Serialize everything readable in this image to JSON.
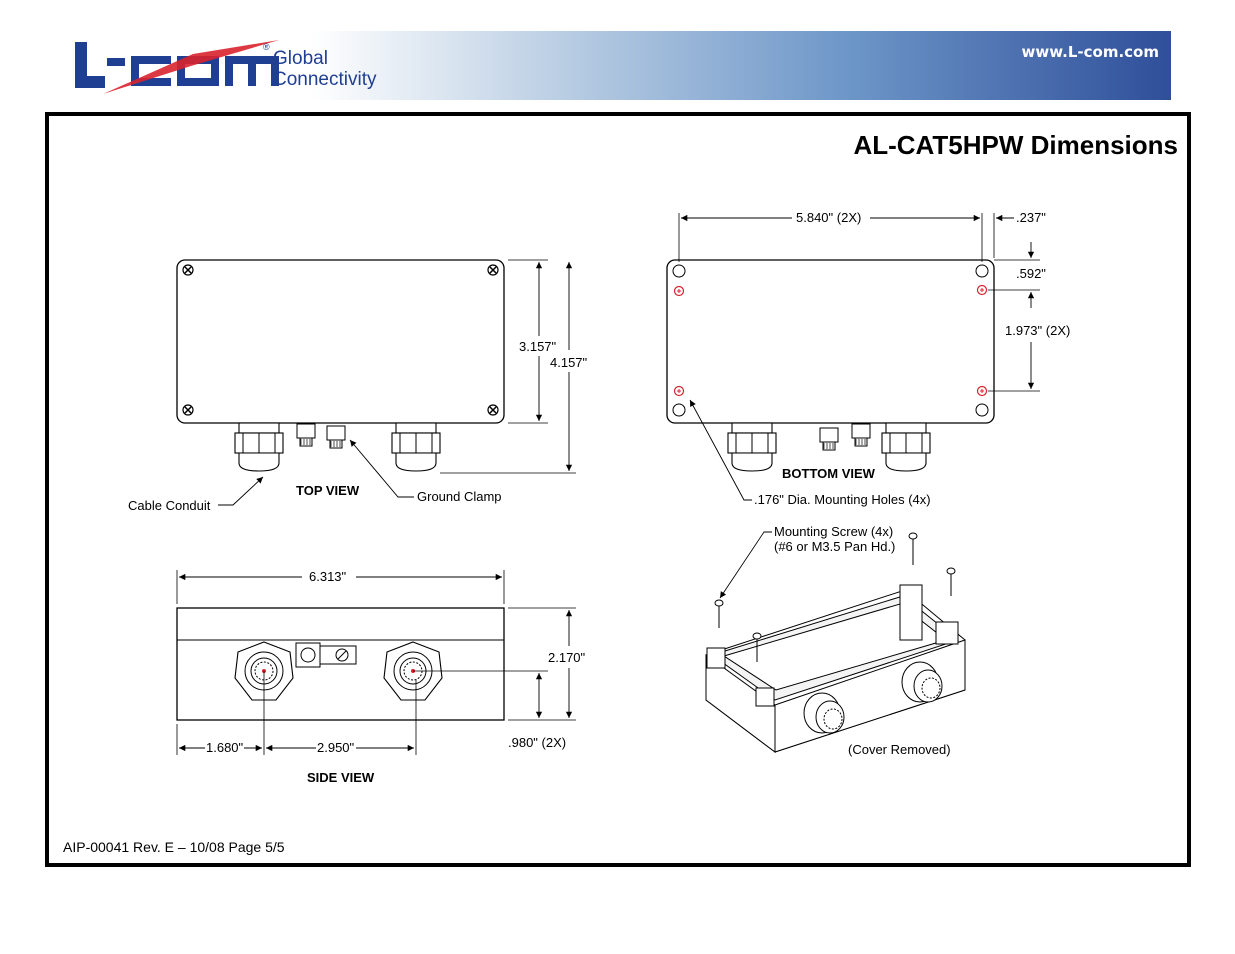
{
  "header": {
    "brand_main": "L-com",
    "brand_tag_1": "Global",
    "brand_tag_2": "Connectivity",
    "registered": "®",
    "url": "www.L-com.com",
    "colors": {
      "brand_blue": "#1f3f93",
      "brand_red": "#d9232e"
    }
  },
  "title": "AL-CAT5HPW Dimensions",
  "top_view": {
    "label": "TOP VIEW",
    "dim_height_inner": "3.157\"",
    "dim_height_outer": "4.157\"",
    "callout_conduit": "Cable Conduit",
    "callout_clamp": "Ground Clamp"
  },
  "bottom_view": {
    "label": "BOTTOM VIEW",
    "dim_width": "5.840\" (2X)",
    "dim_offset_x": ".237\"",
    "dim_offset_y": ".592\"",
    "dim_height": "1.973\" (2X)",
    "callout_holes": ".176\" Dia. Mounting Holes (4x)"
  },
  "side_view": {
    "label": "SIDE VIEW",
    "dim_width": "6.313\"",
    "dim_height": "2.170\"",
    "dim_center_height": ".980\" (2X)",
    "dim_left": "1.680\"",
    "dim_spacing": "2.950\""
  },
  "iso_view": {
    "callout_screw_1": "Mounting Screw (4x)",
    "callout_screw_2": "(#6 or M3.5 Pan Hd.)",
    "note": "(Cover Removed)"
  },
  "footer": "AIP-00041 Rev. E – 10/08 Page 5/5"
}
